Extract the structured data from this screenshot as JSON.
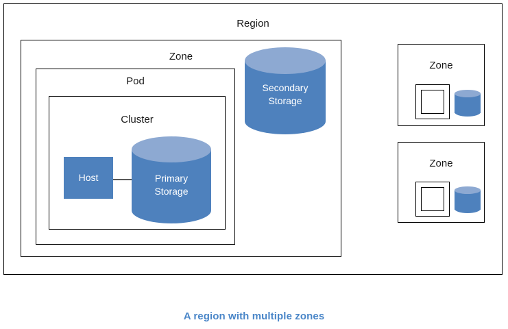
{
  "diagram": {
    "caption": "A region with multiple zones",
    "caption_color": "#4A86C8",
    "region": {
      "label": "Region",
      "zone": {
        "label": "Zone",
        "pod": {
          "label": "Pod",
          "cluster": {
            "label": "Cluster",
            "host": {
              "label": "Host",
              "fill": "#4E81BD"
            },
            "primary_storage": {
              "label_line1": "Primary",
              "label_line2": "Storage",
              "body_fill": "#4E81BD",
              "top_fill": "#8DA9D2"
            },
            "connector": {
              "from": "Host",
              "to": "Primary Storage",
              "color": "#595959"
            }
          }
        },
        "secondary_storage": {
          "label_line1": "Secondary",
          "label_line2": "Storage",
          "body_fill": "#4E81BD",
          "top_fill": "#8DA9D2"
        }
      },
      "other_zones": [
        {
          "label": "Zone"
        },
        {
          "label": "Zone"
        }
      ]
    }
  }
}
